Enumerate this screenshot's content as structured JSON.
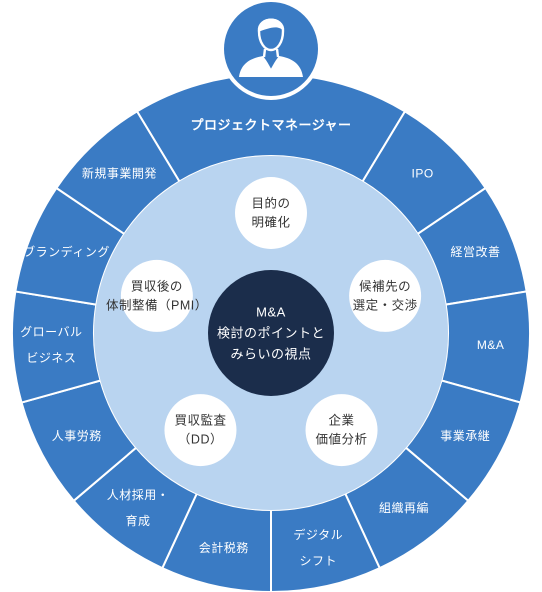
{
  "colors": {
    "outer_ring": "#3a7bc4",
    "inner_disc": "#b9d4f0",
    "small_circle": "#ffffff",
    "center_disc": "#1b2d4b",
    "avatar_bg": "#3a7bc4",
    "avatar_figure": "#ffffff"
  },
  "avatar": {
    "icon": "person-icon"
  },
  "outer_segments": [
    {
      "key": "pm",
      "label": [
        "プロジェクトマネージャー"
      ]
    },
    {
      "key": "ipo",
      "label": [
        "IPO"
      ]
    },
    {
      "key": "kaizen",
      "label": [
        "経営改善"
      ]
    },
    {
      "key": "ma",
      "label": [
        "M&A"
      ]
    },
    {
      "key": "shokei",
      "label": [
        "事業承継"
      ]
    },
    {
      "key": "soshiki",
      "label": [
        "組織再編"
      ]
    },
    {
      "key": "digital",
      "label": [
        "デジタル",
        "シフト"
      ]
    },
    {
      "key": "zeimu",
      "label": [
        "会計税務"
      ]
    },
    {
      "key": "jinzai",
      "label": [
        "人材採用・",
        "育成"
      ]
    },
    {
      "key": "roumu",
      "label": [
        "人事労務"
      ]
    },
    {
      "key": "global",
      "label": [
        "グローバル",
        "ビジネス"
      ]
    },
    {
      "key": "brand",
      "label": [
        "ブランディング"
      ]
    },
    {
      "key": "shinki",
      "label": [
        "新規事業開発"
      ]
    }
  ],
  "inner_circles": [
    {
      "key": "mokuteki",
      "label": [
        "目的の",
        "明確化"
      ]
    },
    {
      "key": "kouho",
      "label": [
        "候補先の",
        "選定・交渉"
      ]
    },
    {
      "key": "kigyou",
      "label": [
        "企業",
        "価値分析"
      ]
    },
    {
      "key": "dd",
      "label": [
        "買収監査",
        "（DD）"
      ]
    },
    {
      "key": "pmi",
      "label": [
        "買収後の",
        "体制整備（PMI）"
      ]
    }
  ],
  "center": {
    "label": [
      "M&A",
      "検討のポイントと",
      "みらいの視点"
    ]
  }
}
